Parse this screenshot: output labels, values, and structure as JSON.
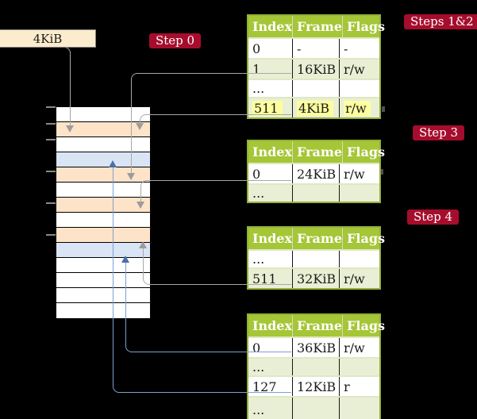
{
  "pointer_box": {
    "label": "4KiB"
  },
  "step_labels": {
    "step0": "Step 0",
    "steps12": "Steps 1&2",
    "step3": "Step 3",
    "step4": "Step 4"
  },
  "page_tables": [
    {
      "name": "table-steps-1-2",
      "headers": [
        "Index",
        "Frame",
        "Flags"
      ],
      "rows": [
        {
          "index": "0",
          "frame": "-",
          "flags": "-",
          "shaded": false,
          "highlighted": false
        },
        {
          "index": "1",
          "frame": "16KiB",
          "flags": "r/w",
          "shaded": true,
          "highlighted": false
        },
        {
          "index": "...",
          "frame": "",
          "flags": "",
          "shaded": false,
          "highlighted": false
        },
        {
          "index": "511",
          "frame": "4KiB",
          "flags": "r/w",
          "shaded": true,
          "highlighted": true
        }
      ]
    },
    {
      "name": "table-step-3",
      "headers": [
        "Index",
        "Frame",
        "Flags"
      ],
      "rows": [
        {
          "index": "0",
          "frame": "24KiB",
          "flags": "r/w",
          "shaded": false,
          "highlighted": false
        },
        {
          "index": "...",
          "frame": "",
          "flags": "",
          "shaded": true,
          "highlighted": false
        }
      ]
    },
    {
      "name": "table-step-4",
      "headers": [
        "Index",
        "Frame",
        "Flags"
      ],
      "rows": [
        {
          "index": "...",
          "frame": "",
          "flags": "",
          "shaded": false,
          "highlighted": false
        },
        {
          "index": "511",
          "frame": "32KiB",
          "flags": "r/w",
          "shaded": true,
          "highlighted": false
        }
      ]
    },
    {
      "name": "table-final-level",
      "headers": [
        "Index",
        "Frame",
        "Flags"
      ],
      "rows": [
        {
          "index": "0",
          "frame": "36KiB",
          "flags": "r/w",
          "shaded": false,
          "highlighted": false
        },
        {
          "index": "...",
          "frame": "",
          "flags": "",
          "shaded": true,
          "highlighted": false
        },
        {
          "index": "127",
          "frame": "12KiB",
          "flags": "r",
          "shaded": false,
          "highlighted": false
        },
        {
          "index": "...",
          "frame": "",
          "flags": "",
          "shaded": true,
          "highlighted": false
        }
      ]
    }
  ],
  "memory_column": {
    "rows": [
      "free",
      "frame",
      "free",
      "page",
      "frame",
      "free",
      "frame",
      "free",
      "frame",
      "page",
      "free",
      "free",
      "free",
      "free"
    ]
  },
  "colors": {
    "background": "#000000",
    "accent_red": "#a60d2d",
    "table_header_green": "#a5c636",
    "table_border_green": "#94b038",
    "row_green": "#e9efd4",
    "highlight_yellow": "#fdff9e",
    "frame_orange": "#fde3c8",
    "page_blue": "#d9e5f5",
    "pointer_box_cream": "#fbeccd",
    "gray_line": "#a8a8a8",
    "gray_arrow": "#9c9c9c",
    "blue_line": "#7e9fcf",
    "blue_arrow": "#4a70a8"
  }
}
